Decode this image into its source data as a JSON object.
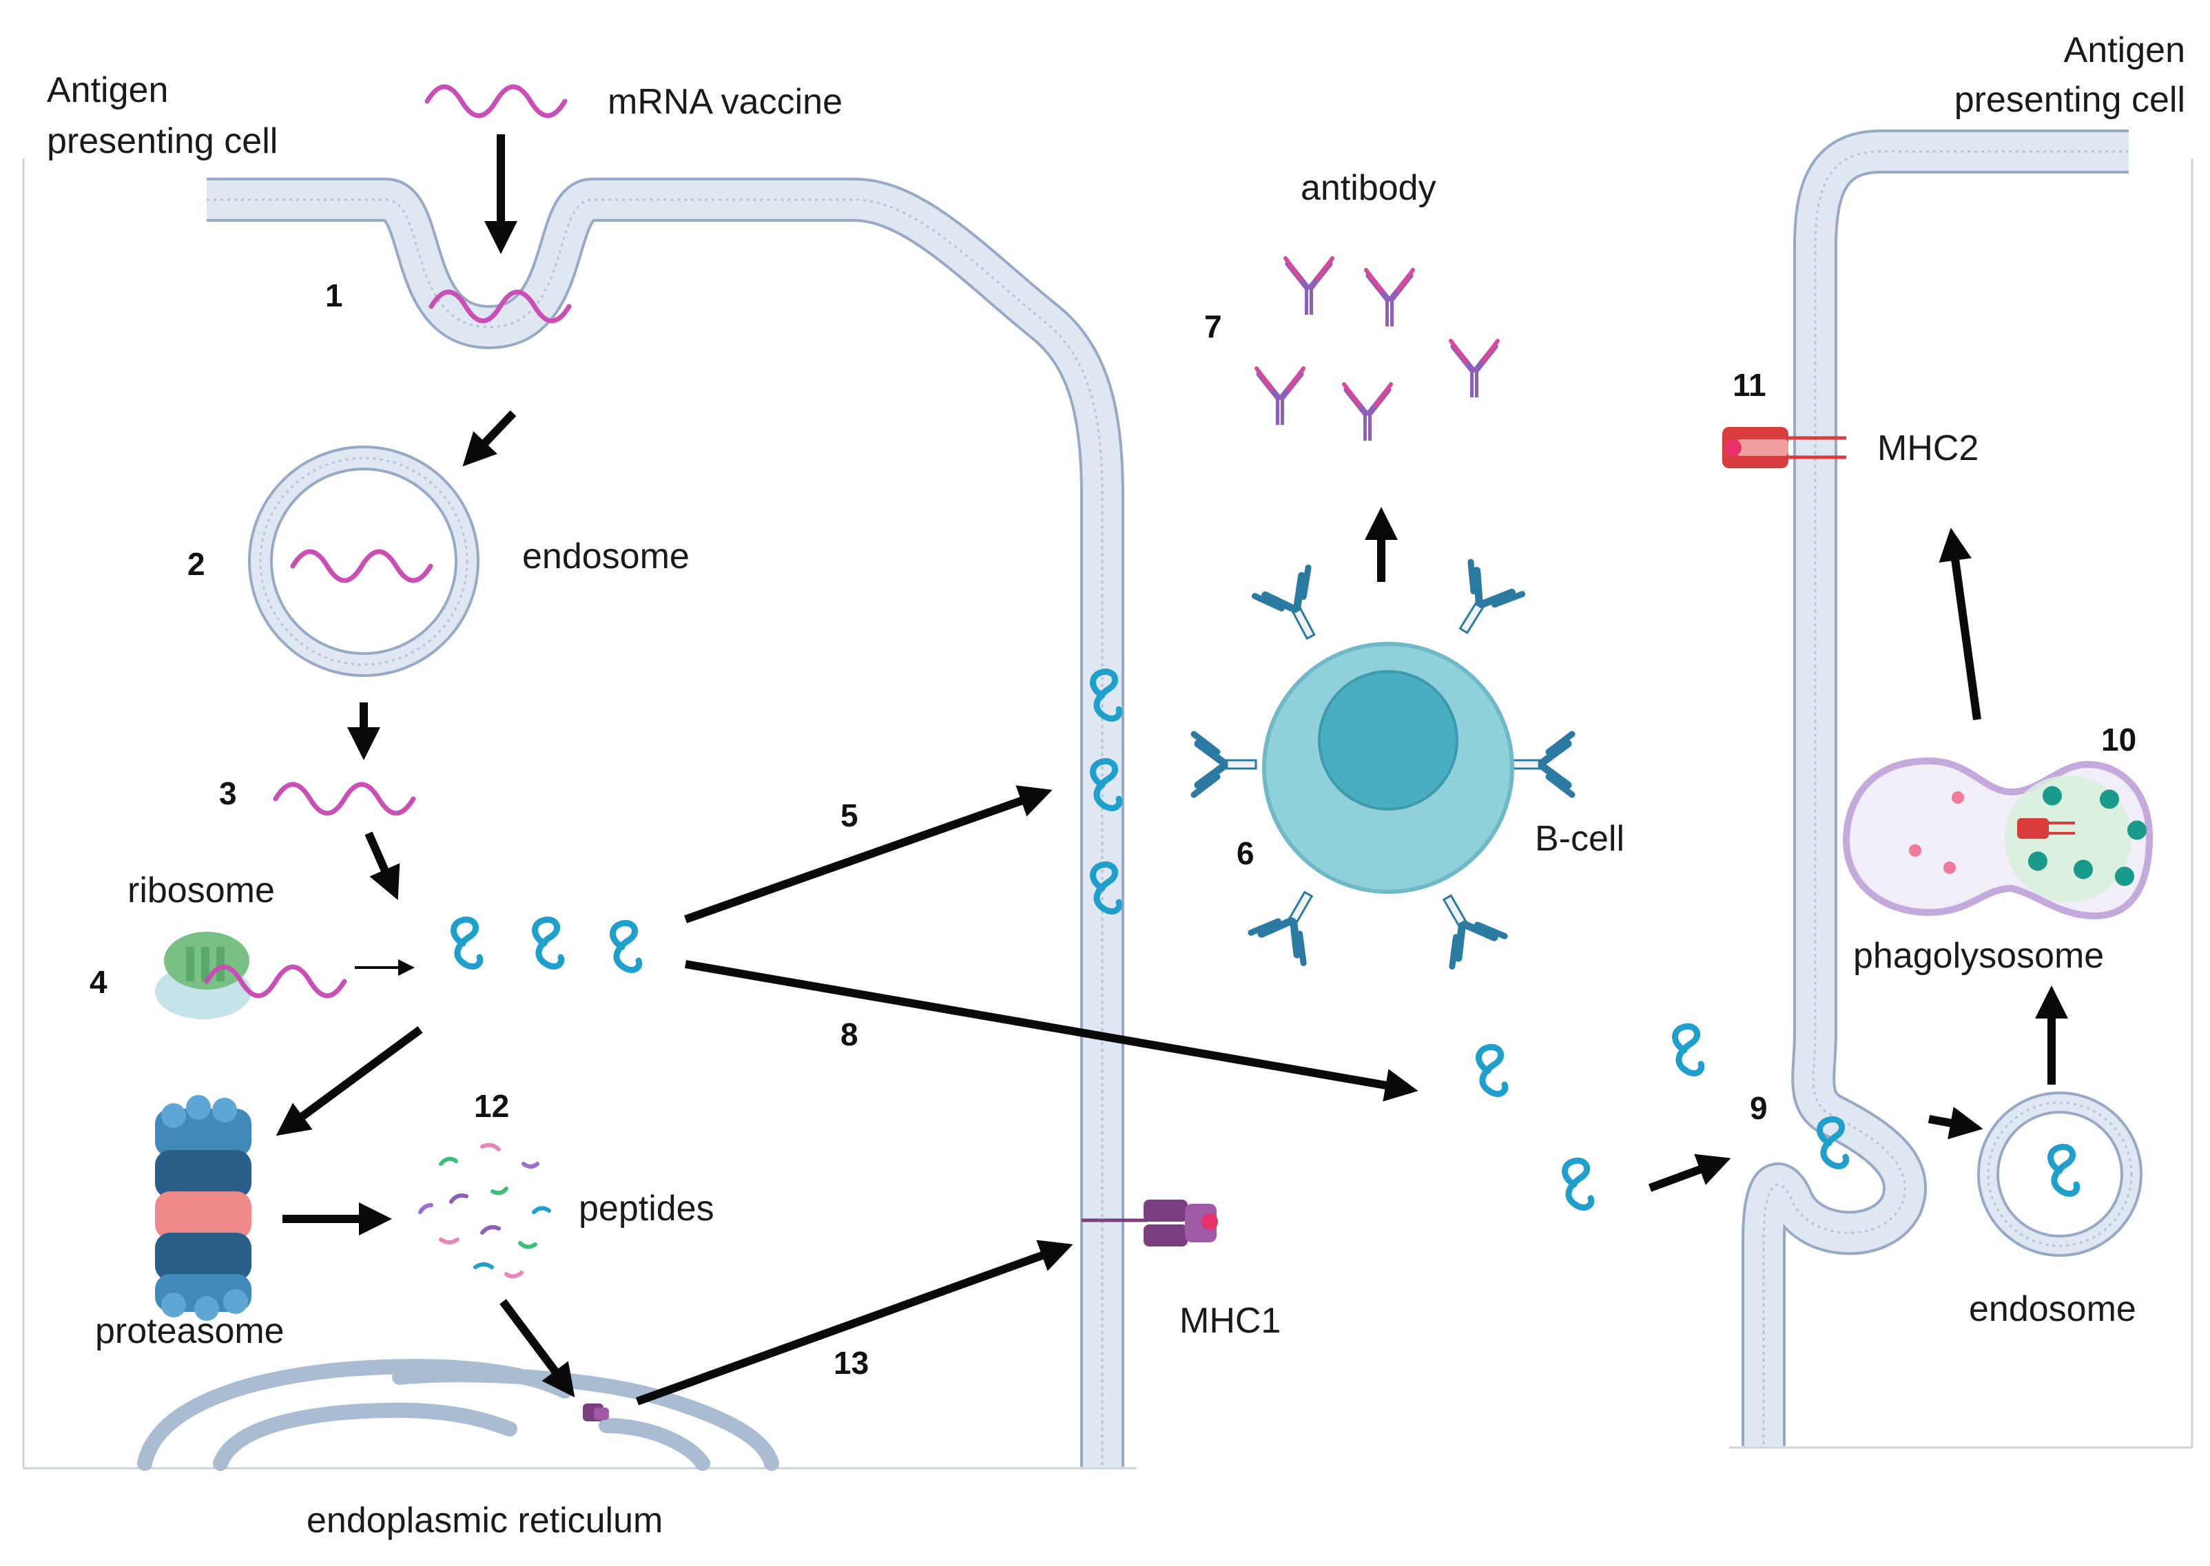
{
  "labels": {
    "apc_left_1": "Antigen",
    "apc_left_2": "presenting cell",
    "apc_right_1": "Antigen",
    "apc_right_2": "presenting cell",
    "mrna_vaccine": "mRNA vaccine",
    "endosome_left": "endosome",
    "ribosome": "ribosome",
    "proteasome": "proteasome",
    "peptides": "peptides",
    "endoplasmic_reticulum": "endoplasmic reticulum",
    "mhc1": "MHC1",
    "antibody": "antibody",
    "b_cell": "B-cell",
    "mhc2": "MHC2",
    "phagolysosome": "phagolysosome",
    "endosome_right": "endosome"
  },
  "steps": [
    "1",
    "2",
    "3",
    "4",
    "5",
    "6",
    "7",
    "8",
    "9",
    "10",
    "11",
    "12",
    "13"
  ],
  "colors": {
    "membrane_fill": "#dfe7f2",
    "membrane_stroke": "#97a9c4",
    "mrna": "#c94fb4",
    "protein": "#1fa0cc",
    "bcell_outer": "#8fd0da",
    "bcell_inner": "#4aaec0",
    "bcell_receptor": "#2b7aa2",
    "antibody_purple": "#8e5fb8",
    "antibody_pink": "#d8489a",
    "mhc1": "#7a3f7e",
    "mhc2": "#d83c3c",
    "proteasome_dark": "#2a5f8a",
    "proteasome_mid": "#3f8ab8",
    "proteasome_pink": "#ef8a8a",
    "ribosome": "#78c084",
    "arrow": "#0a0a0a"
  },
  "icons": [
    "mrna-strand-icon",
    "antigen-protein-icon",
    "antibody-icon",
    "b-cell-icon",
    "proteasome-icon",
    "ribosome-icon",
    "mhc1-icon",
    "mhc2-icon",
    "endoplasmic-reticulum-icon",
    "endosome-icon",
    "phagolysosome-icon",
    "peptide-fragments-icon"
  ]
}
